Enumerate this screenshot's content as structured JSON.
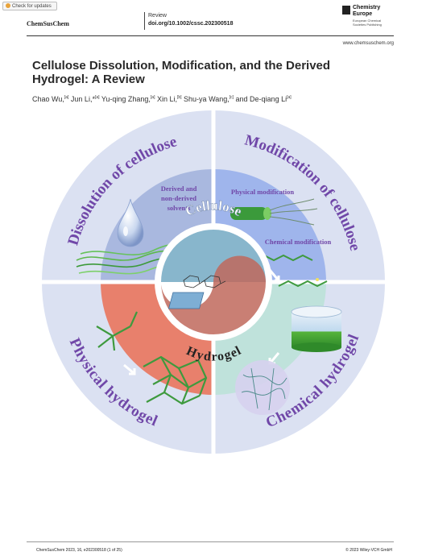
{
  "header": {
    "check_updates": "Check for updates",
    "journal": "ChemSusChem",
    "article_type": "Review",
    "doi": "doi.org/10.1002/cssc.202300518",
    "publisher_name": "Chemistry Europe",
    "publisher_sub": "European Chemical Societies Publishing",
    "website": "www.chemsuschem.org"
  },
  "article": {
    "title": "Cellulose Dissolution, Modification, and the Derived Hydrogel: A Review",
    "authors": [
      {
        "name": "Chao Wu,",
        "aff": "[a]"
      },
      {
        "name": " Jun Li,*",
        "aff": "[a]"
      },
      {
        "name": " Yu-qing Zhang,",
        "aff": "[a]"
      },
      {
        "name": " Xin Li,",
        "aff": "[b]"
      },
      {
        "name": " Shu-ya Wang,",
        "aff": "[c]"
      },
      {
        "name": " and De-qiang Li",
        "aff": "[a]"
      }
    ]
  },
  "graphic": {
    "q_dissolution": "Dissolution of cellulose",
    "q_modification": "Modification of cellulose",
    "q_physical": "Physical hydrogel",
    "q_chemical": "Chemical hydrogel",
    "solvents_1": "Derived and",
    "solvents_2": "non-derived",
    "solvents_3": "solvents",
    "physical_mod": "Physical modification",
    "chemical_mod": "Chemical modification",
    "center_top": "Cellulose",
    "center_bottom": "Hydrogel",
    "colors": {
      "dissolution": "#a9b8df",
      "modification": "#9fb5ec",
      "physical": "#e8806c",
      "chemical": "#bfe2db",
      "ring": "#dbe1f2",
      "label": "#7047a8"
    }
  },
  "footer": {
    "citation": "ChemSusChem 2023, 16, e202300518 (1 of 25)",
    "copyright": "© 2023 Wiley-VCH GmbH"
  }
}
